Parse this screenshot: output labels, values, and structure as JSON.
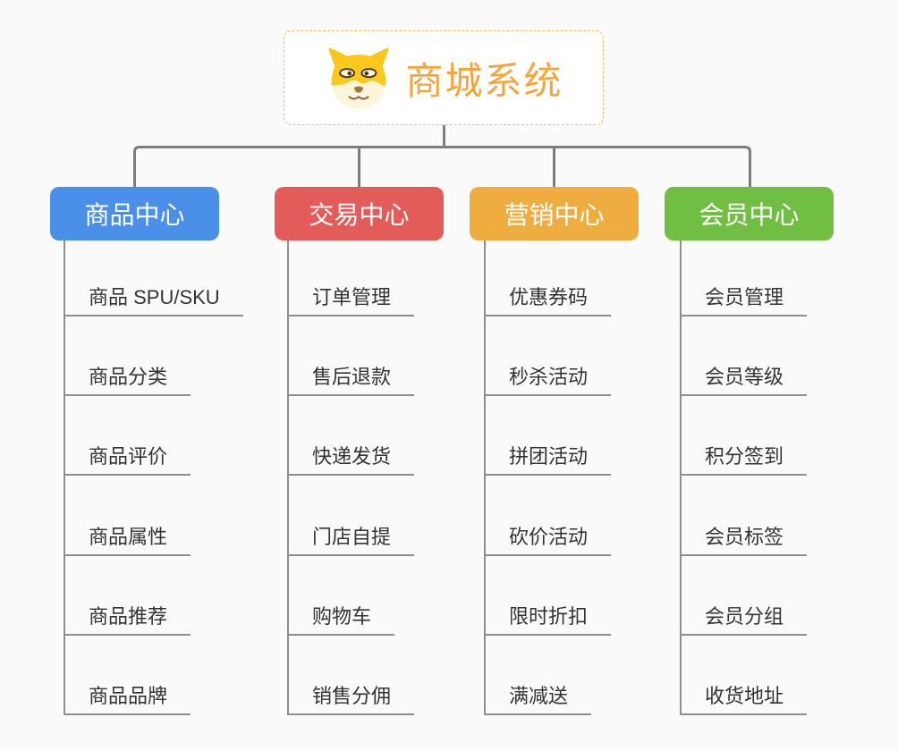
{
  "root": {
    "title": "商城系统",
    "icon": "doge-icon"
  },
  "branches": [
    {
      "label": "商品中心",
      "color": "#4a90e8",
      "items": [
        "商品 SPU/SKU",
        "商品分类",
        "商品评价",
        "商品属性",
        "商品推荐",
        "商品品牌"
      ]
    },
    {
      "label": "交易中心",
      "color": "#e45c59",
      "items": [
        "订单管理",
        "售后退款",
        "快递发货",
        "门店自提",
        "购物车",
        "销售分佣"
      ]
    },
    {
      "label": "营销中心",
      "color": "#efad40",
      "items": [
        "优惠券码",
        "秒杀活动",
        "拼团活动",
        "砍价活动",
        "限时折扣",
        "满减送"
      ]
    },
    {
      "label": "会员中心",
      "color": "#70bf43",
      "items": [
        "会员管理",
        "会员等级",
        "积分签到",
        "会员标签",
        "会员分组",
        "收货地址"
      ]
    }
  ],
  "colors": {
    "background": "#fafafa",
    "connector_line": "#7d7d7d",
    "branch_line": "#8e8e8e",
    "root_title": "#f2a63c",
    "root_border": "#f3bd66",
    "leaf_text": "#333333"
  }
}
